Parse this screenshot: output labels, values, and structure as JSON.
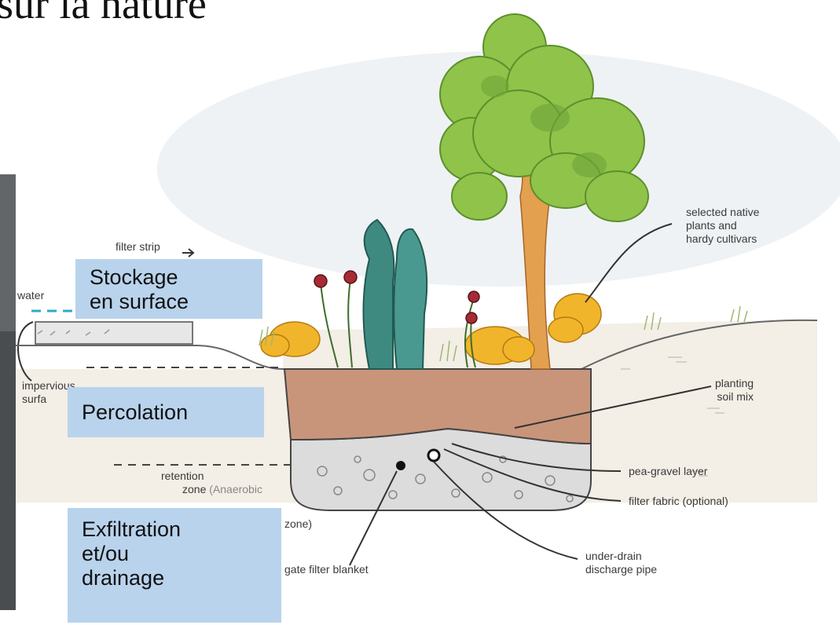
{
  "title": "sur la nature",
  "callouts": {
    "surface_storage": [
      "Stockage",
      "en surface"
    ],
    "percolation": "Percolation",
    "exfiltration": [
      "Exfiltration",
      "et/ou",
      "drainage"
    ]
  },
  "labels": {
    "filter_strip": "filter strip",
    "water": "water",
    "impervious": [
      "impervious",
      "surfa"
    ],
    "retention": [
      "retention",
      "zone",
      "(Anaerobic"
    ],
    "zone_close": "zone)",
    "aggregate": "gate filter blanket",
    "native_plants": [
      "selected native",
      "plants and",
      "hardy cultivars"
    ],
    "planting_soil": [
      "planting",
      "soil mix"
    ],
    "pea_gravel": "pea-gravel layer",
    "filter_fabric": "filter fabric (optional)",
    "under_drain": [
      "under-drain",
      "discharge pipe"
    ]
  },
  "colors": {
    "callout_box": "#b9d3ec",
    "soil": "#c9957a",
    "gravel": "#dcdcdc",
    "foliage": "#8fc34a",
    "trunk": "#e3a04f"
  }
}
